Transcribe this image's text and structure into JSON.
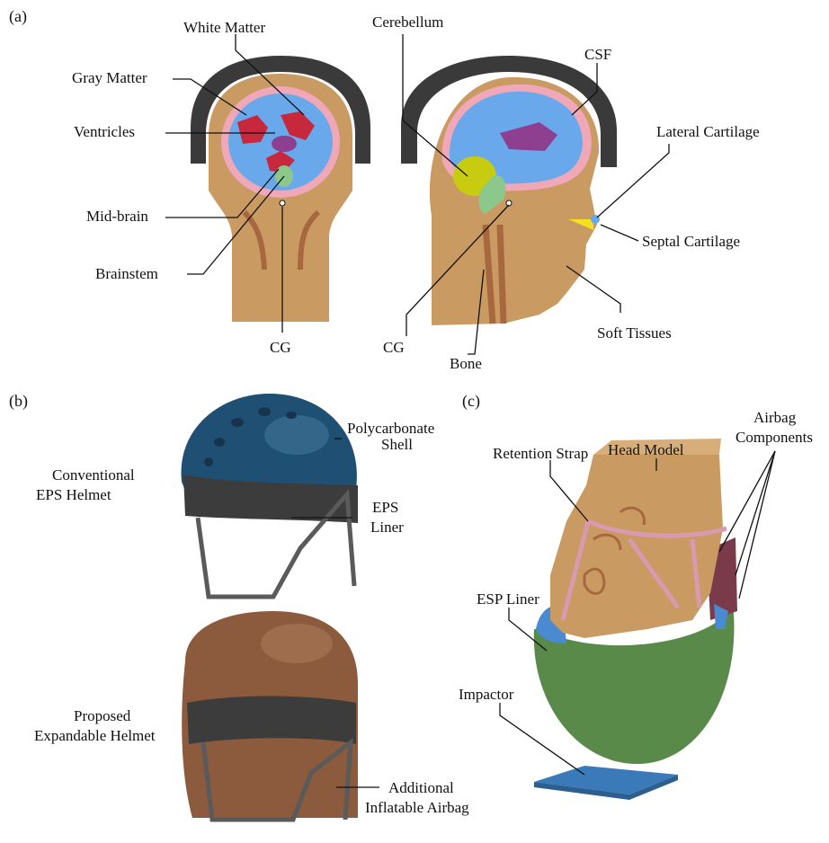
{
  "panels": {
    "a": "(a)",
    "b": "(b)",
    "c": "(c)"
  },
  "panel_a": {
    "white_matter": "White Matter",
    "gray_matter": "Gray Matter",
    "ventricles": "Ventricles",
    "mid_brain": "Mid-brain",
    "brainstem": "Brainstem",
    "cg_left": "CG",
    "cerebellum": "Cerebellum",
    "csf": "CSF",
    "lateral_cartilage": "Lateral Cartilage",
    "septal_cartilage": "Septal Cartilage",
    "soft_tissues": "Soft Tissues",
    "cg_right": "CG",
    "bone": "Bone"
  },
  "panel_b": {
    "polycarbonate_line1": "Polycarbonate",
    "polycarbonate_line2": "Shell",
    "conventional_line1": "Conventional",
    "conventional_line2": "EPS Helmet",
    "eps_line1": "EPS",
    "eps_line2": "Liner",
    "proposed_line1": "Proposed",
    "proposed_line2": "Expandable Helmet",
    "additional_line1": "Additional",
    "additional_line2": "Inflatable Airbag"
  },
  "panel_c": {
    "head_model": "Head Model",
    "airbag_line1": "Airbag",
    "airbag_line2": "Components",
    "retention_strap": "Retention Strap",
    "esp_liner": "ESP Liner",
    "impactor": "Impactor"
  },
  "colors": {
    "skin": "#c99a62",
    "skin_dark": "#a8683f",
    "helmet_black": "#3a3a3a",
    "gray_matter": "#f0a8b8",
    "white_matter": "#6aa8ec",
    "ventricles": "#c8283c",
    "midbrain": "#8e3f8f",
    "cerebellum": "#c8cc10",
    "brainstem": "#8cc88c",
    "shell_blue": "#1f4f72",
    "liner_gray": "#3c3c3c",
    "airbag_brown": "#8c5a3c",
    "outer_green": "#5a8a4a",
    "impactor_blue": "#3a7ab8",
    "strap_pink": "#d79ab0"
  }
}
